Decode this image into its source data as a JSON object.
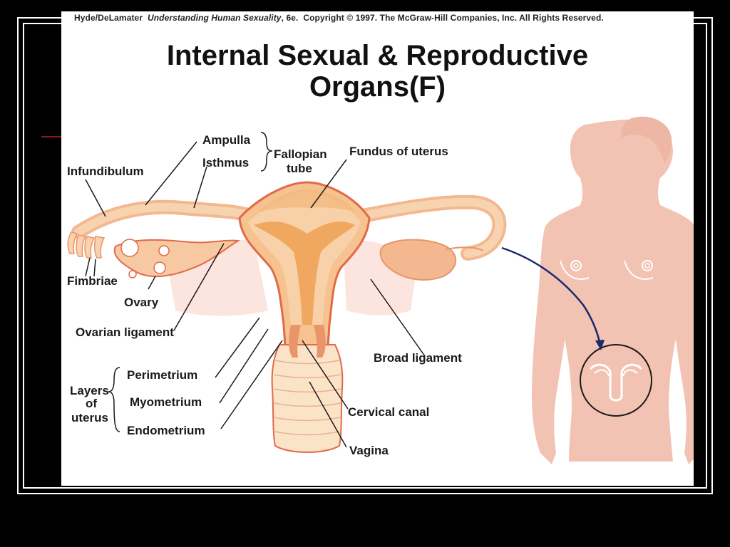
{
  "credit": {
    "authors": "Hyde/DeLamater",
    "book": "Understanding Human Sexuality",
    "edition": ", 6e.",
    "copyright": "Copyright © 1997. The McGraw-Hill Companies, Inc. All Rights Reserved."
  },
  "title": {
    "line1": "Internal Sexual & Reproductive",
    "line2": "Organs(F)"
  },
  "labels": {
    "ampulla": "Ampulla",
    "isthmus": "Isthmus",
    "fallopian_tube_1": "Fallopian",
    "fallopian_tube_2": "tube",
    "fundus": "Fundus of uterus",
    "infundibulum": "Infundibulum",
    "fimbriae": "Fimbriae",
    "ovary": "Ovary",
    "ovarian_ligament": "Ovarian ligament",
    "broad_ligament": "Broad ligament",
    "layers_1": "Layers",
    "layers_2": "of",
    "layers_3": "uterus",
    "perimetrium": "Perimetrium",
    "myometrium": "Myometrium",
    "endometrium": "Endometrium",
    "cervical_canal": "Cervical canal",
    "vagina": "Vagina"
  },
  "colors": {
    "organ_fill": "#f6c28f",
    "organ_dark": "#f0a860",
    "organ_outline": "#e06a4a",
    "skin": "#f2c3b3",
    "arrow": "#1b2a6b"
  }
}
